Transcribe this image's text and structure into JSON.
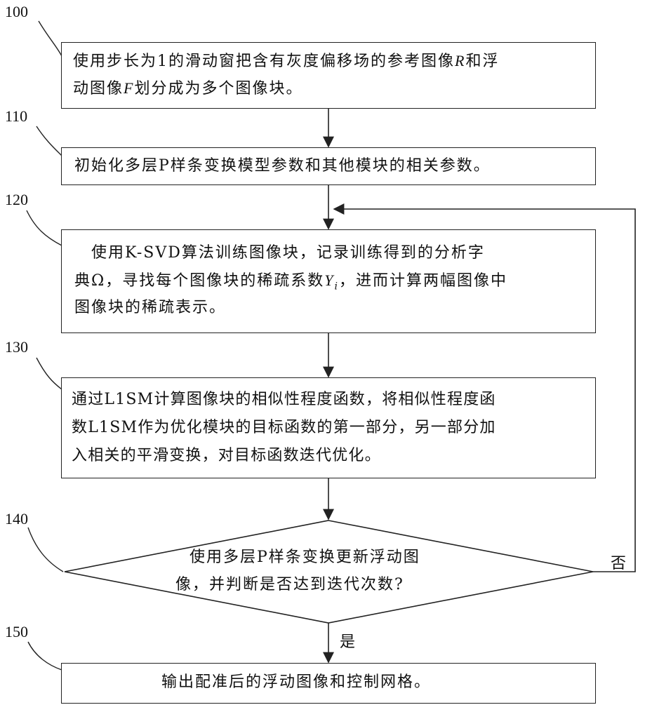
{
  "steps": [
    {
      "id": "100",
      "lines": [
        "使用步长为1的滑动窗把含有灰度偏移场的参考图像",
        "和浮",
        "动图像",
        "划分成为多个图像块。"
      ],
      "vars": [
        "R",
        "F"
      ]
    },
    {
      "id": "110",
      "lines": [
        "初始化多层P样条变换模型参数和其他模块的相关参数。"
      ]
    },
    {
      "id": "120",
      "lines": [
        "使用K-SVD算法训练图像块，记录训练得到的分析字",
        "典Ω，寻找每个图像块的稀疏系数",
        "，进而计算两幅图像中",
        "图像块的稀疏表示。"
      ],
      "vars": [
        "Y",
        "i"
      ]
    },
    {
      "id": "130",
      "lines": [
        "通过L1SM计算图像块的相似性程度函数，将相似性程度函",
        "数L1SM作为优化模块的目标函数的第一部分，另一部分加",
        "入相关的平滑变换，对目标函数迭代优化。"
      ]
    },
    {
      "id": "140",
      "lines": [
        "使用多层P样条变换更新浮动图",
        "像，并判断是否达到迭代次数?"
      ]
    },
    {
      "id": "150",
      "lines": [
        "输出配准后的浮动图像和控制网格。"
      ]
    }
  ],
  "branches": {
    "no": "否",
    "yes": "是"
  }
}
